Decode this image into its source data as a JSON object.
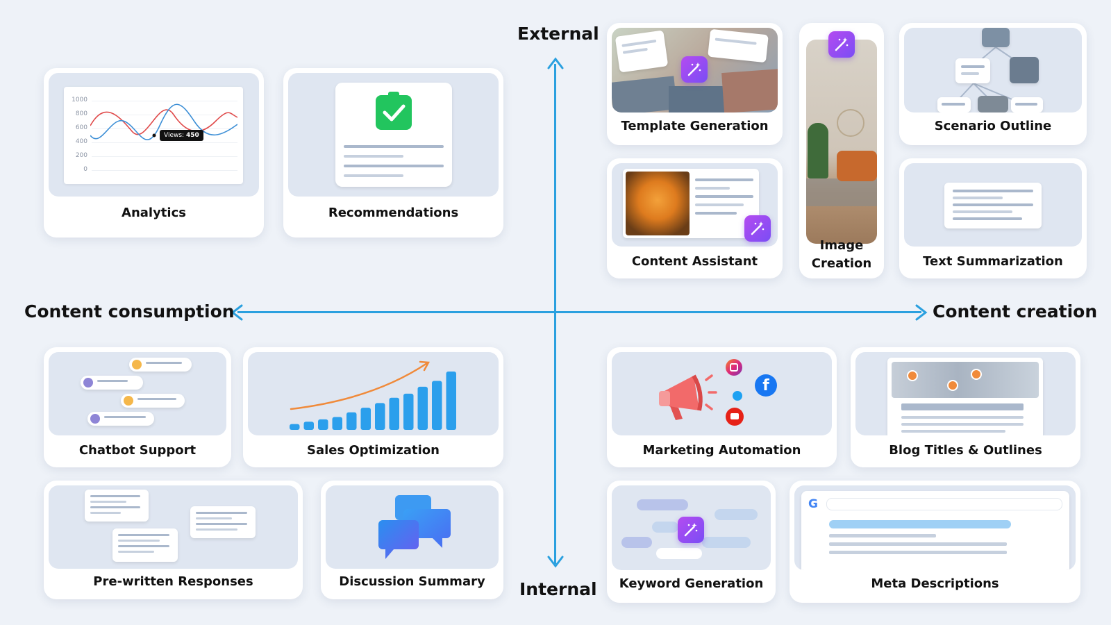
{
  "axes": {
    "top": "External",
    "bottom": "Internal",
    "left": "Content consumption",
    "right": "Content creation"
  },
  "cards": {
    "analytics": {
      "label": "Analytics",
      "chart": {
        "y_ticks": [
          "1000",
          "800",
          "600",
          "400",
          "200",
          "0"
        ],
        "tooltip_prefix": "Views:",
        "tooltip_value": "450"
      }
    },
    "recommendations": {
      "label": "Recommendations"
    },
    "template_generation": {
      "label": "Template Generation"
    },
    "image_creation": {
      "label": "Image Creation"
    },
    "scenario_outline": {
      "label": "Scenario Outline"
    },
    "content_assistant": {
      "label": "Content Assistant"
    },
    "text_summarization": {
      "label": "Text Summarization"
    },
    "chatbot_support": {
      "label": "Chatbot Support"
    },
    "sales_optimization": {
      "label": "Sales Optimization",
      "bars": [
        0.1,
        0.14,
        0.18,
        0.22,
        0.3,
        0.38,
        0.46,
        0.55,
        0.62,
        0.74,
        0.84,
        1.0
      ]
    },
    "pre_written_responses": {
      "label": "Pre-written Responses"
    },
    "discussion_summary": {
      "label": "Discussion Summary"
    },
    "marketing_automation": {
      "label": "Marketing Automation"
    },
    "blog_titles_outlines": {
      "label": "Blog Titles & Outlines"
    },
    "keyword_generation": {
      "label": "Keyword Generation"
    },
    "meta_descriptions": {
      "label": "Meta Descriptions"
    }
  },
  "colors": {
    "axis": "#2aa0df",
    "card_thumb": "#dfe6f1",
    "wand_gradient_start": "#b44cf0",
    "wand_gradient_end": "#7a4df5",
    "check_green": "#22c55e",
    "bar_blue": "#2b9fec",
    "trend_orange": "#f08a3a",
    "line_red": "#e04a4a",
    "line_blue": "#3d8fd6",
    "megaphone": "#f26a6a",
    "facebook": "#1877f2",
    "youtube": "#e62117",
    "twitter": "#1da1f2"
  },
  "icons": {
    "wand": "magic-wand-icon",
    "check": "checkmark-icon",
    "megaphone": "megaphone-icon",
    "facebook": "facebook-icon",
    "instagram": "instagram-icon",
    "twitter": "twitter-icon",
    "youtube": "youtube-icon",
    "google": "google-icon",
    "chat": "chat-bubbles-icon"
  }
}
